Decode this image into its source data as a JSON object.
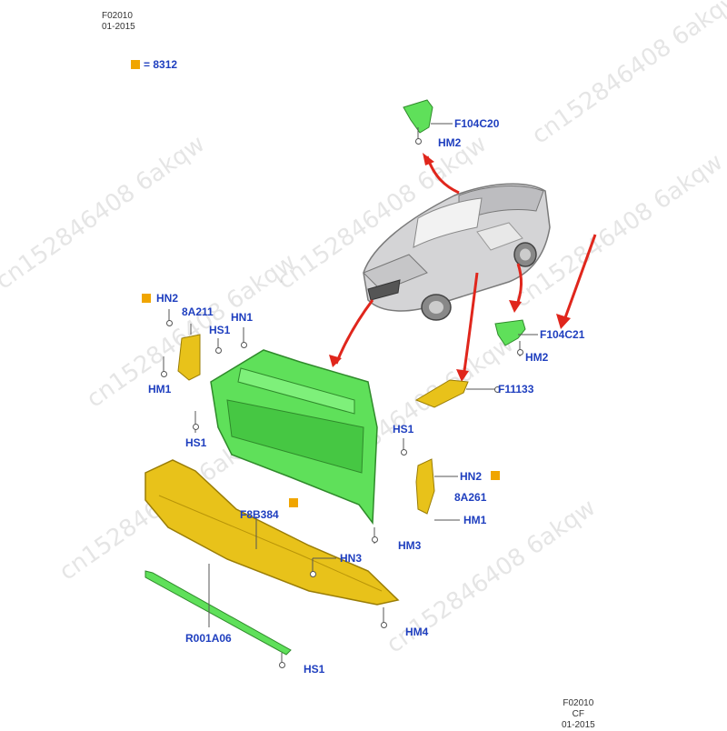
{
  "header": {
    "code": "F02010",
    "date": "01-2015"
  },
  "footer": {
    "code": "F02010",
    "sub": "CF",
    "date": "01-2015"
  },
  "legend": {
    "eq": "= 8312"
  },
  "watermark": "cn152846408 6akqw",
  "labels": {
    "F104C20": "F104C20",
    "HM2_top": "HM2",
    "HN2_left": "HN2",
    "A211": "8A211",
    "HS1_a": "HS1",
    "HN1": "HN1",
    "HM1_left": "HM1",
    "HS1_b": "HS1",
    "F104C21": "F104C21",
    "HM2_right": "HM2",
    "F11133": "F11133",
    "HS1_right": "HS1",
    "HN2_right": "HN2",
    "A261": "8A261",
    "HM1_right": "HM1",
    "HM3": "HM3",
    "F8B384": "F8B384",
    "HN3": "HN3",
    "HM4": "HM4",
    "R001A06": "R001A06",
    "HS1_bottom": "HS1"
  },
  "colors": {
    "label": "#1f3fbf",
    "green": "#5fe05a",
    "yellow": "#e8c21a",
    "orange": "#f0a500",
    "arrow": "#e0261c"
  }
}
